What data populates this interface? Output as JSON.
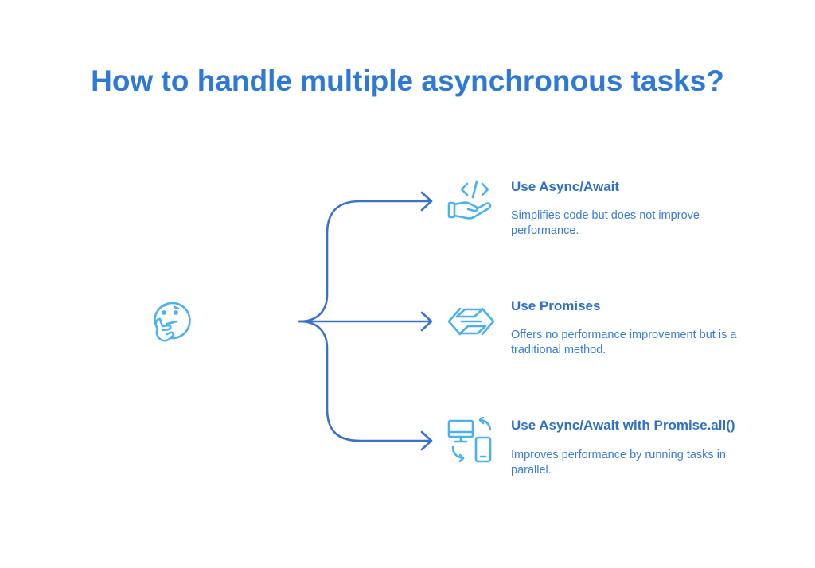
{
  "title": "How to handle multiple asynchronous tasks?",
  "colors": {
    "title": "#2f79d6",
    "connector": "#3a72c9",
    "icon": "#4ab0ee",
    "option_title": "#2f6fc4",
    "option_desc": "#3a7bd5"
  },
  "root": {
    "icon": "thinking-face-icon"
  },
  "options": [
    {
      "title": "Use Async/Await",
      "description": "Simplifies code but does not improve performance.",
      "icon": "code-in-hand-icon"
    },
    {
      "title": "Use Promises",
      "description": "Offers no performance improvement but is a traditional method.",
      "icon": "interlocking-arrows-icon"
    },
    {
      "title": "Use Async/Await with Promise.all()",
      "description": "Improves performance by running tasks in parallel.",
      "icon": "device-sync-icon"
    }
  ]
}
